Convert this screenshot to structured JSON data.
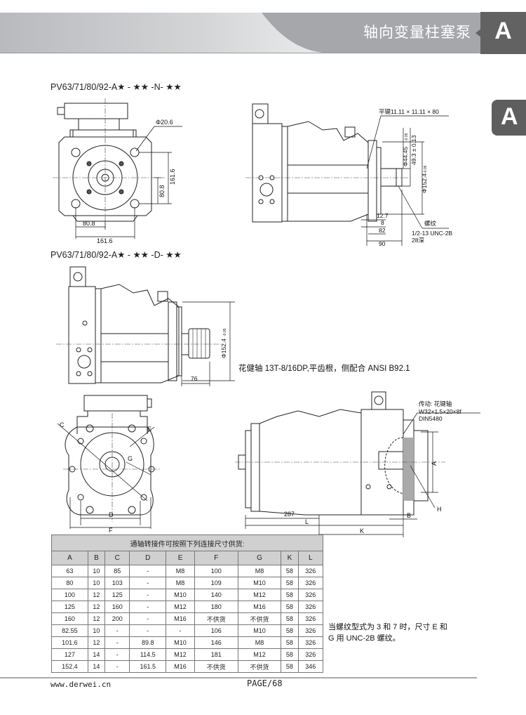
{
  "header": {
    "title": "轴向变量柱塞泵",
    "section_letter": "A",
    "side_tab_letter": "A",
    "colors": {
      "band": "#a6a7aa",
      "tab": "#626262"
    }
  },
  "section1": {
    "caption": "PV63/71/80/92-A★ - ★★ -N- ★★",
    "front_view": {
      "dim_hole": "Φ20.6",
      "dim_h1": "161.6",
      "dim_h2": "80.8",
      "dim_w1": "80.8",
      "dim_w2": "161.6"
    },
    "side_view": {
      "key": "平键11.11 × 11.11 × 80",
      "dim_shaft": "Φ44.45",
      "dim_shaft_tol": "-0.05",
      "dim_key": "49.3 ± 0.13",
      "dim_pilot": "Φ152.4",
      "dim_pilot_tol": "-0.05",
      "dim_a": "12.7",
      "dim_b": "8",
      "dim_c": "82",
      "dim_d": "90",
      "thread_label": "螺纹",
      "thread_spec": "1/2-13 UNC-2B",
      "thread_depth": "28深"
    }
  },
  "section2": {
    "caption": "PV63/71/80/92-A★ - ★★ -D- ★★",
    "dim_pilot": "Φ152.4",
    "dim_pilot_tol": "-0.05",
    "dim_len": "76",
    "spline_note": "花健轴 13T-8/16DP,平齿根，侧配合 ANSI B92.1"
  },
  "section3": {
    "rear_view": {
      "labels": [
        "C",
        "E",
        "G",
        "D",
        "F"
      ]
    },
    "side_view": {
      "drive_title": "传动: 花键轴",
      "drive_spec": "W32×1.5×20×8f",
      "drive_std": "DIN5480",
      "dim_287": "287",
      "dim_L": "L",
      "dim_K": "K",
      "dim_B": "B",
      "dim_A": "A",
      "dim_H": "H"
    }
  },
  "table": {
    "title": "通轴转接件可按照下列连接尺寸供货:",
    "columns": [
      "A",
      "B",
      "C",
      "D",
      "E",
      "F",
      "G",
      "K",
      "L"
    ],
    "rows": [
      [
        "63",
        "10",
        "85",
        "-",
        "M8",
        "100",
        "M8",
        "58",
        "326"
      ],
      [
        "80",
        "10",
        "103",
        "-",
        "M8",
        "109",
        "M10",
        "58",
        "326"
      ],
      [
        "100",
        "12",
        "125",
        "-",
        "M10",
        "140",
        "M12",
        "58",
        "326"
      ],
      [
        "125",
        "12",
        "160",
        "-",
        "M12",
        "180",
        "M16",
        "58",
        "326"
      ],
      [
        "160",
        "12",
        "200",
        "-",
        "M16",
        "不供货",
        "不供货",
        "58",
        "326"
      ],
      [
        "82.55",
        "10",
        "-",
        "-",
        "-",
        "106",
        "M10",
        "58",
        "326"
      ],
      [
        "101.6",
        "12",
        "-",
        "89.8",
        "M10",
        "146",
        "M8",
        "58",
        "326"
      ],
      [
        "127",
        "14",
        "-",
        "114.5",
        "M12",
        "181",
        "M12",
        "58",
        "326"
      ],
      [
        "152.4",
        "14",
        "-",
        "161.5",
        "M16",
        "不供货",
        "不供货",
        "58",
        "346"
      ]
    ]
  },
  "thread_note": {
    "line1": "当螺纹型式为 3 和 7 时，尺寸 E 和",
    "line2": "G 用 UNC-2B 螺纹。"
  },
  "footer": {
    "url": "www.derwei.cn",
    "page": "PAGE/68"
  }
}
